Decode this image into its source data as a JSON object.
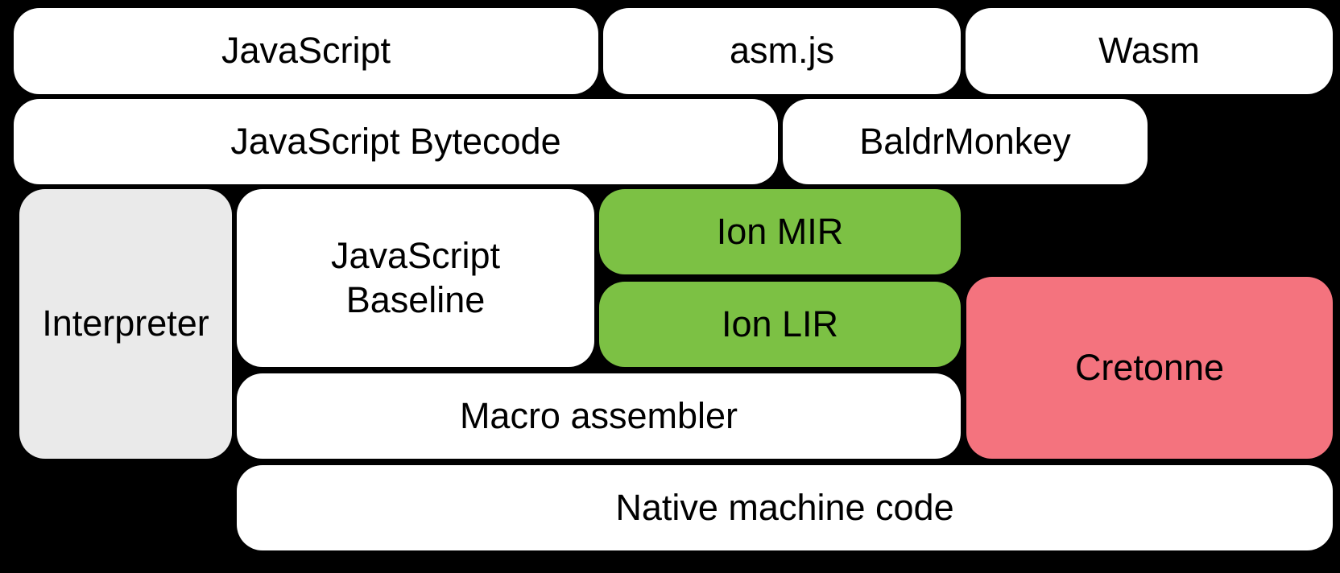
{
  "diagram": {
    "boxes": {
      "javascript": {
        "label": "JavaScript"
      },
      "asmjs": {
        "label": "asm.js"
      },
      "wasm": {
        "label": "Wasm"
      },
      "bytecode": {
        "label": "JavaScript Bytecode"
      },
      "baldrmonkey": {
        "label": "BaldrMonkey"
      },
      "interpreter": {
        "label": "Interpreter"
      },
      "baseline": {
        "label": "JavaScript Baseline"
      },
      "ion_mir": {
        "label": "Ion MIR"
      },
      "ion_lir": {
        "label": "Ion LIR"
      },
      "cretonne": {
        "label": "Cretonne"
      },
      "macro_assembler": {
        "label": "Macro assembler"
      },
      "native_machine_code": {
        "label": "Native machine code"
      }
    },
    "colors": {
      "background": "#000000",
      "box_default": "#ffffff",
      "box_interpreter": "#eaeaea",
      "box_ion": "#7cc144",
      "box_cretonne": "#f4737e",
      "text": "#000000"
    }
  }
}
